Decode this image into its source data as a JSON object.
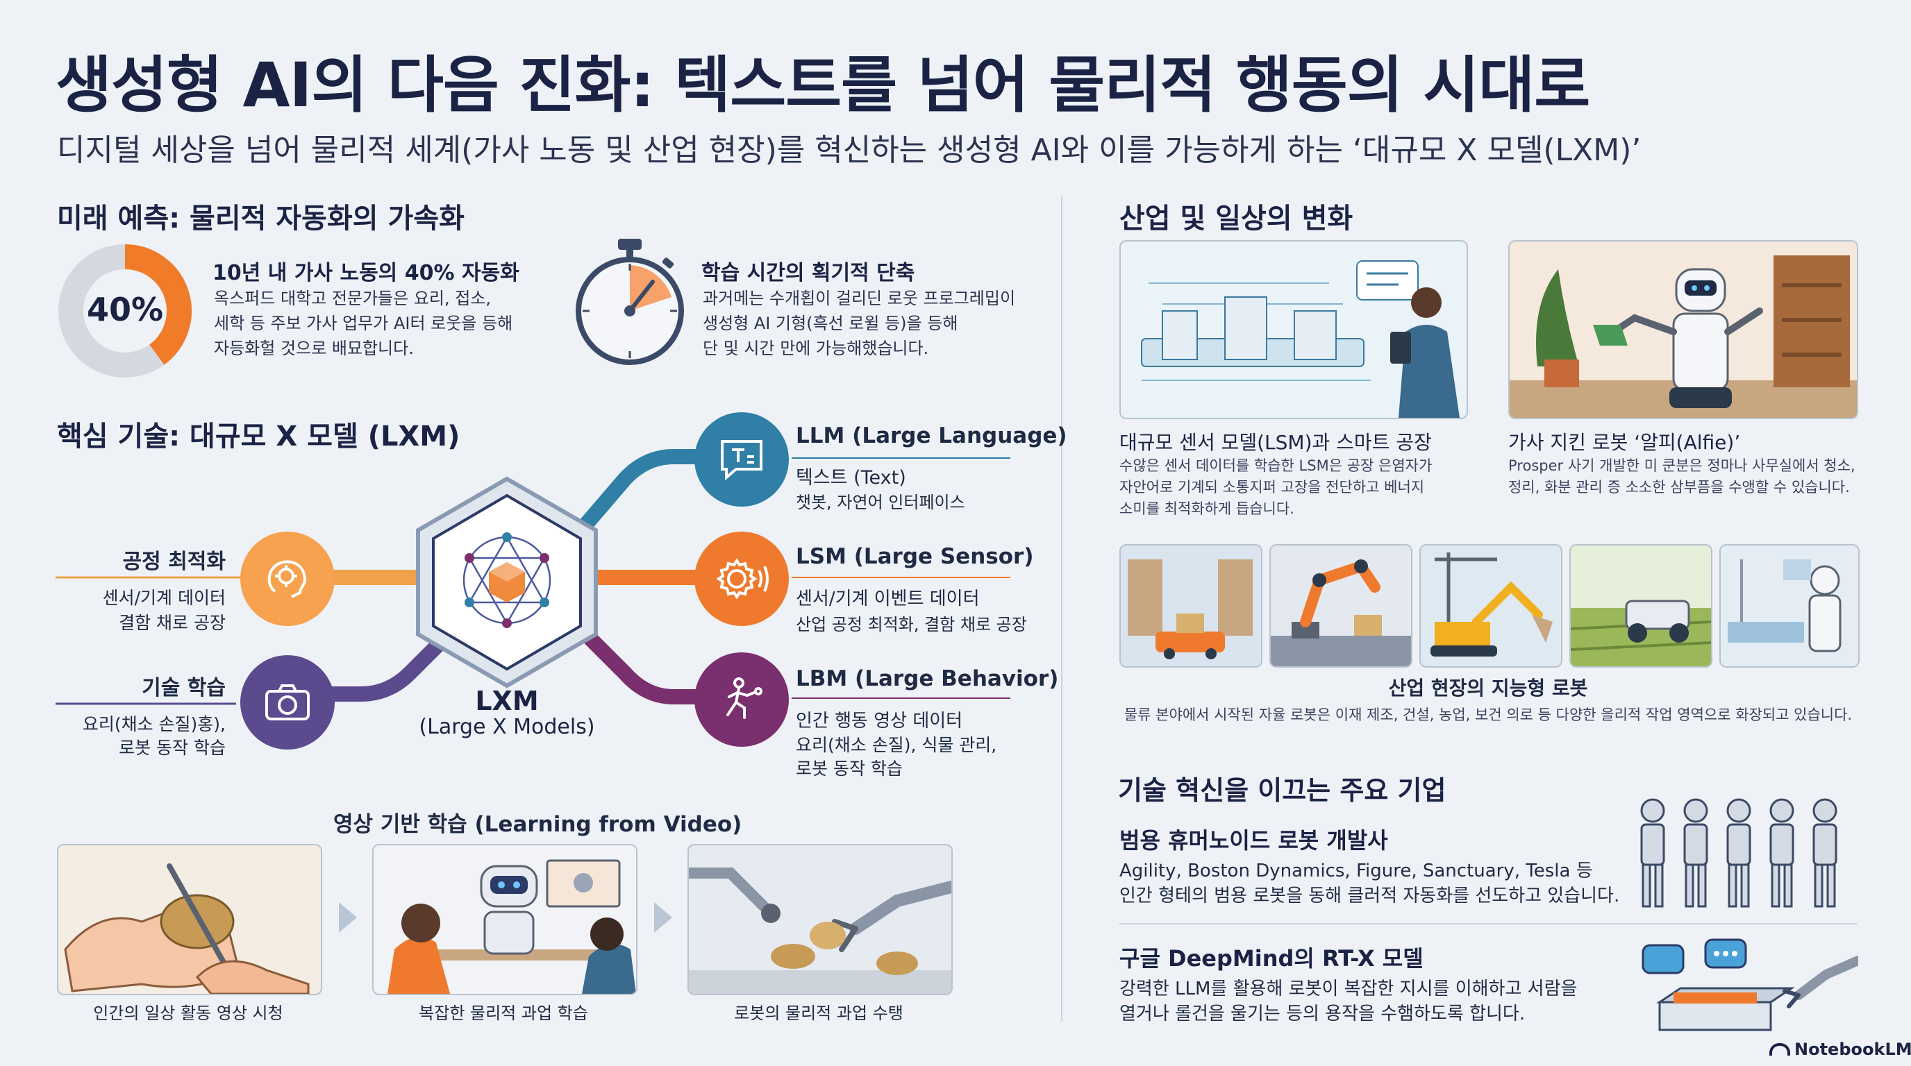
{
  "header": {
    "title": "생성형 AI의 다음 진화: 텍스트를 넘어 물리적 행동의 시대로",
    "subtitle": "디지털 세상을 넘어 물리적 세계(가사 노동 및 산업 현장)를 혁신하는 생성형 AI와 이를 가능하게 하는 ‘대규모 X 모델(LXM)’"
  },
  "forecast": {
    "heading": "미래 예측: 물리적 자동화의 가속화",
    "donut": {
      "label": "40%",
      "value": 0.4,
      "color_fill": "#f07c2a",
      "color_track": "#d4d9df"
    },
    "stat1": {
      "title": "10년 내 가사 노동의 40% 자동화",
      "body": "옥스퍼드 대학고 전문가들은 요리, 접소,\n세학 등 주보 가사 업무가 AI터 로웃을 등해\n자등화헐 것으로 배묘합니다."
    },
    "stat2": {
      "title": "학습 시간의 획기적 단축",
      "body": "과거메는 수개횝이 걸리딘 로웃 프로그레밉이\n생성형 AI 기형(흑선 로윌 등)을 등해\n단 및 시간 만에 가능해했습니다."
    }
  },
  "tech": {
    "heading": "핵심 기술: 대규모 X 모델 (LXM)",
    "center": {
      "title": "LXM",
      "subtitle": "(Large X Models)"
    },
    "left": [
      {
        "title": "공정 최적화",
        "line1": "센서/기계 데이터",
        "line2": "결함 채로 공장",
        "color": "#f0a24a"
      },
      {
        "title": "기술 학습",
        "line1": "요리(채소 손질)홍),",
        "line2": "로봇 동작 학습",
        "color": "#5b4a8e"
      }
    ],
    "right": [
      {
        "title": "LLM (Large Language)",
        "line1": "텍스트 (Text)",
        "line2": "챗봇, 자연어 인터페이스",
        "color": "#2f7fa6"
      },
      {
        "title": "LSM (Large Sensor)",
        "line1": "센서/기계 이벤트 데이터",
        "line2": "산업 공정 최적화, 결함 채로 공장",
        "color": "#ef7a2d"
      },
      {
        "title": "LBM (Large Behavior)",
        "line1": "인간 행동 영상 데이터",
        "line2": "요리(채소 손질), 식물 관리,",
        "line3": "로봇 동작 학습",
        "color": "#7a2f6e"
      }
    ]
  },
  "video": {
    "heading": "영상 기반 학습 (Learning from Video)",
    "steps": [
      {
        "caption": "인간의 일상 활동 영상 시청"
      },
      {
        "caption": "복잡한 물리적 과업 학습"
      },
      {
        "caption": "로봇의 물리적 과업 수탱"
      }
    ]
  },
  "industry": {
    "heading": "산업 및 일상의 변화",
    "card1": {
      "title": "대규모 센서 모델(LSM)과 스마트 공장",
      "body": "수않은 센서 데이터를 학습한 LSM은 공장 은염자가\n자안어로 기계되 소통지퍼 고장을 전단하고 베너지\n소미를 최적화하게 듭습니다."
    },
    "card2": {
      "title": "가사 지킨 로봇 ‘알피(Alfie)’",
      "body": "Prosper 사기 개발한 미 쿤분은 정마나 사무실에서 청소,\n정리, 화분 관리 증 소소한 삼부픔을 수앵할 수 있습니다."
    },
    "field": {
      "title": "산업 현장의 지능형 로봇",
      "body": "물류 본야에서 시작된 자율 로봇은 이재 제조, 건설, 농업, 보건 의로 등 다양한 을리적 작업 영역으로 화장되고 있습니다."
    }
  },
  "companies": {
    "heading": "기술 혁신을 이끄는 주요 기업",
    "c1": {
      "title": "범용 휴머노이드 로봇 개발사",
      "line1": "Agility, Boston Dynamics, Figure, Sanctuary, Tesla 등",
      "line2": "인간 형테의 범용 로봇을 동해 클러적 자동화를 선도하고 있습니다."
    },
    "c2": {
      "title": "구글 DeepMind의 RT-X 모델",
      "line1": "강력한 LLM를 활용해 로봇이 복잡한 지시를 이해하고 서람을",
      "line2": "열거나 롤건을 울기는 등의 용작을 수햄하도록 합니다."
    }
  },
  "brand": {
    "name": "NotebookLM"
  }
}
